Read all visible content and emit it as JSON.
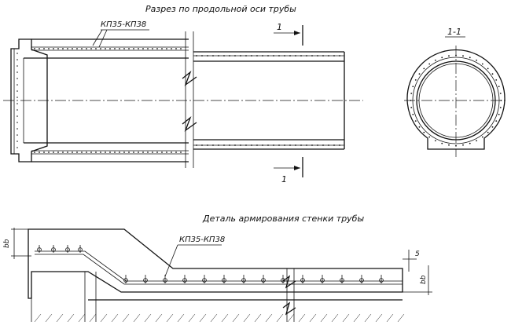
{
  "labels": {
    "section_title": "Разрез по продольной оси трубы",
    "section_cut_label": "1-1",
    "reinforcement_detail_title": "Деталь армирования стенки трубы",
    "cage_mark_top": "КП35-КП38",
    "cage_mark_detail": "КП35-КП38",
    "cut_marker_top": "1",
    "cut_marker_bottom": "1",
    "dim_left": "bb",
    "dim_right": "bb",
    "dim_cover": "5"
  }
}
